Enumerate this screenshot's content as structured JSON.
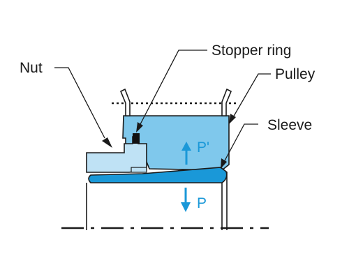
{
  "labels": {
    "nut": "Nut",
    "stopper_ring": "Stopper ring",
    "pulley": "Pulley",
    "sleeve": "Sleeve",
    "force_up": "P'",
    "force_down": "P"
  },
  "colors": {
    "pulley_fill": "#7fc8ec",
    "nut_fill": "#bfe2f5",
    "sleeve_fill": "#1a98d8",
    "arrow": "#1a98d8",
    "stopper_ring": "#111111",
    "outline": "#1a1a1a"
  }
}
